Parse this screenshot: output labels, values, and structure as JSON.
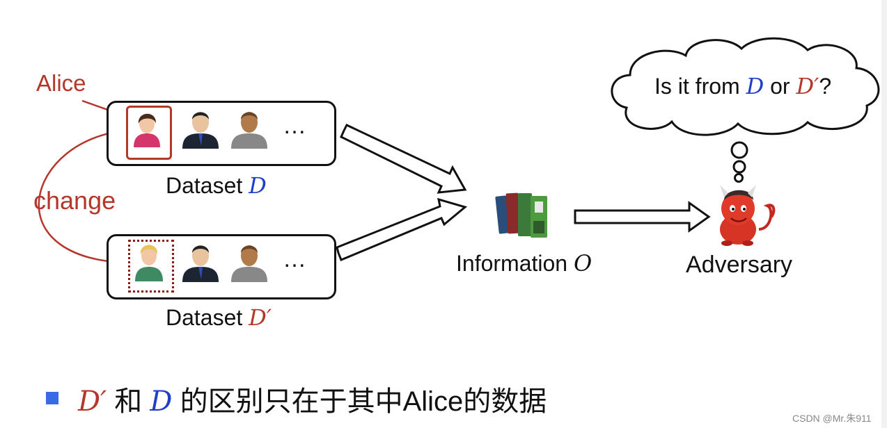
{
  "labels": {
    "alice": "Alice",
    "change": "change",
    "dataset_prefix": "Dataset",
    "dataset_d_symbol": "D",
    "dataset_dprime_symbol": "D′",
    "information_prefix": "Information",
    "information_symbol": "O",
    "adversary": "Adversary",
    "ellipsis": "…"
  },
  "thought": {
    "part1": "Is it from",
    "d": "D",
    "or": "or",
    "dprime": "D′",
    "end": "?"
  },
  "bullet": {
    "dprime": "D′",
    "and": "和",
    "d": "D",
    "rest": "的区别只在于其中Alice的数据"
  },
  "watermark": "CSDN @Mr.朱911",
  "icons": [
    "person-female-icon",
    "person-male-suit-icon",
    "person-generic-icon",
    "person-blonde-icon",
    "books-icon",
    "devil-icon",
    "thought-cloud"
  ],
  "colors": {
    "accent_red": "#b5372a",
    "symbol_blue": "#1f3fc8",
    "bullet_blue": "#3b6ae6"
  }
}
